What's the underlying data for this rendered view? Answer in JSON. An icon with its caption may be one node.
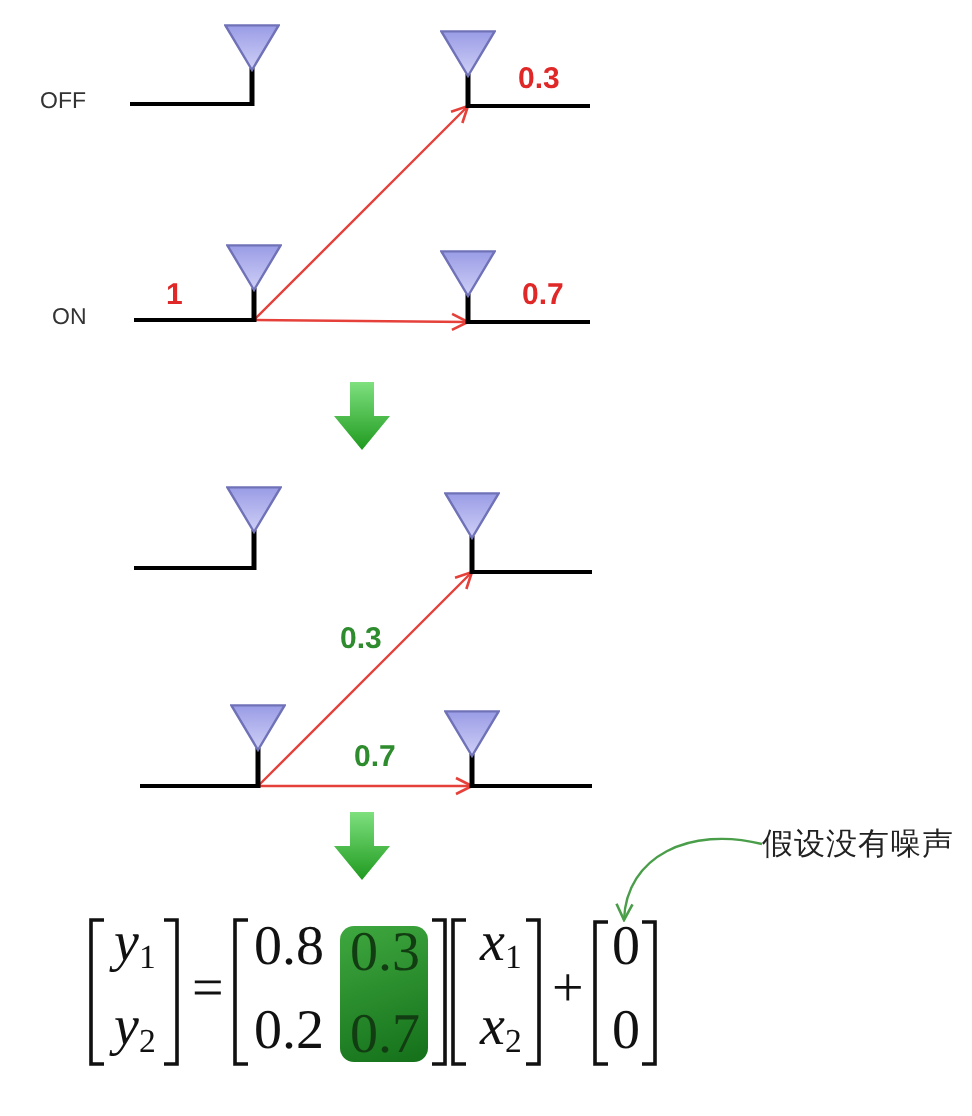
{
  "diagram": {
    "nodes": [
      {
        "text": [],
        "shape": "antenna"
      },
      {
        "text": [],
        "shape": "antenna",
        "beside": [
          "0.3"
        ]
      },
      {
        "text": [],
        "shape": "antenna",
        "beside": [
          "1"
        ]
      },
      {
        "text": [],
        "shape": "antenna",
        "beside": [
          "0.7"
        ]
      },
      {
        "text": [],
        "shape": "antenna"
      },
      {
        "text": [],
        "shape": "antenna"
      },
      {
        "text": [],
        "shape": "antenna"
      },
      {
        "text": [],
        "shape": "antenna"
      },
      {
        "text": [
          "假设没有噪声"
        ]
      },
      {
        "text": [
          "0.3",
          "0.7"
        ]
      },
      {
        "text": [
          "0",
          "0"
        ]
      }
    ],
    "edges": [
      {
        "from": 2,
        "to": 1,
        "arrow": "to"
      },
      {
        "from": 2,
        "to": 3,
        "arrow": "to"
      },
      {
        "from": 6,
        "to": 5,
        "arrow": "to",
        "label": "0.3"
      },
      {
        "from": 6,
        "to": 7,
        "arrow": "to",
        "label": "0.7"
      },
      {
        "from": 8,
        "to": 10,
        "arrow": "to",
        "color": "#4a9e4a"
      }
    ],
    "labels": [
      "OFF",
      "ON",
      "*y*$_{1}$",
      "*y*$_{2}$",
      "=",
      "0.8",
      "0.2",
      "*x*$_{1}$",
      "*x*$_{2}$",
      "+"
    ]
  }
}
